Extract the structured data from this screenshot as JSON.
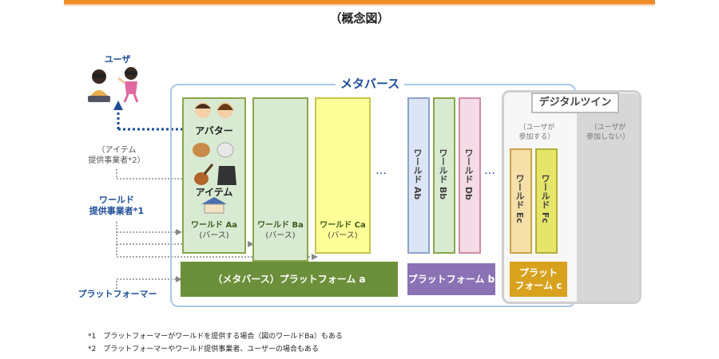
{
  "title": "（概念図）",
  "metaverse_label": "メタバース",
  "twin": {
    "label": "デジタルツイン",
    "participating_note": "（ユーザが\n参加する）",
    "non_participating_note": "（ユーザが\n参加しない）"
  },
  "left_side": {
    "user_label": "ユーザ",
    "item_provider_label": "（アイテム\n提供事業者*2）",
    "world_provider_label": "ワールド\n提供事業者*1",
    "platformer_label": "プラットフォーマー"
  },
  "worlds": {
    "aa": {
      "avatar_label": "アバター",
      "item_label": "アイテム",
      "name": "ワールド Aa",
      "sub": "(バース)"
    },
    "ba": {
      "name": "ワールド Ba",
      "sub": "(バース)"
    },
    "ca": {
      "name": "ワールド Ca",
      "sub": "(バース)"
    },
    "ab": {
      "name": "ワールド Ab"
    },
    "bb": {
      "name": "ワールド Bb"
    },
    "db": {
      "name": "ワールド Db"
    },
    "ec": {
      "name": "ワールド Ec"
    },
    "fc": {
      "name": "ワールド Fc"
    }
  },
  "ellipsis": "…",
  "platforms": {
    "a": "（メタバース）プラットフォーム a",
    "b": "プラットフォーム b",
    "c": "プラット\nフォーム c"
  },
  "footnotes": [
    "*1　プラットフォーマーがワールドを提供する場合（図のワールドBa）もある",
    "*2　プラットフォーマーやワールド提供事業者、ユーザーの場合もある"
  ],
  "colors": {
    "accent_orange": "#f08c2a",
    "metaverse_blue": "#1f4e96",
    "frame_blue": "#a9c7e8",
    "platform_a_green": "#6b8f3a",
    "platform_b_purple": "#8a72b5",
    "platform_c_gold": "#d8a21e"
  }
}
